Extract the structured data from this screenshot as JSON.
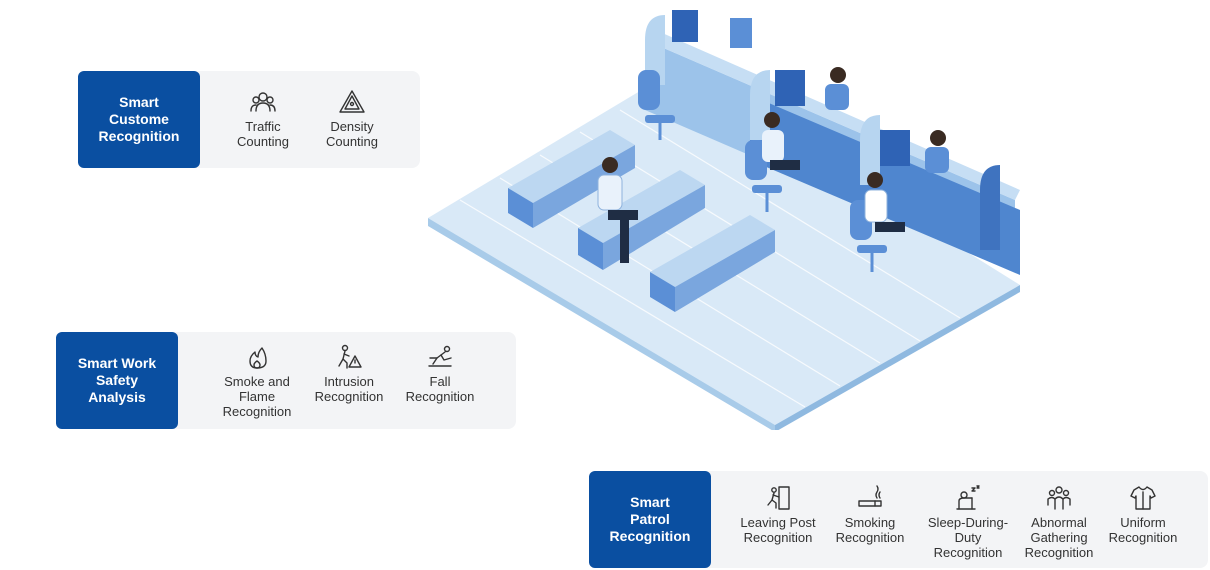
{
  "groups": [
    {
      "title": "Smart\nCustome\nRecognition",
      "items": [
        {
          "label": "Traffic\nCounting",
          "icon": "people-group-icon"
        },
        {
          "label": "Density\nCounting",
          "icon": "warning-triangle-icon"
        }
      ]
    },
    {
      "title": "Smart Work\nSafety\nAnalysis",
      "items": [
        {
          "label": "Smoke and\nFlame\nRecognition",
          "icon": "flame-icon"
        },
        {
          "label": "Intrusion\nRecognition",
          "icon": "intrusion-icon"
        },
        {
          "label": "Fall\nRecognition",
          "icon": "fall-icon"
        }
      ]
    },
    {
      "title": "Smart\nPatrol\nRecognition",
      "items": [
        {
          "label": "Leaving Post\nRecognition",
          "icon": "exit-door-icon"
        },
        {
          "label": "Smoking\nRecognition",
          "icon": "cigarette-icon"
        },
        {
          "label": "Sleep-During-\nDuty\nRecognition",
          "icon": "sleeping-person-icon"
        },
        {
          "label": "Abnormal\nGathering\nRecognition",
          "icon": "crowd-icon"
        },
        {
          "label": "Uniform\nRecognition",
          "icon": "shirt-icon"
        }
      ]
    }
  ],
  "colors": {
    "badge": "#0a4fa1",
    "panel": "#f3f4f6",
    "floor": "#d9e9f7",
    "furniture": "#5b8fd6"
  }
}
